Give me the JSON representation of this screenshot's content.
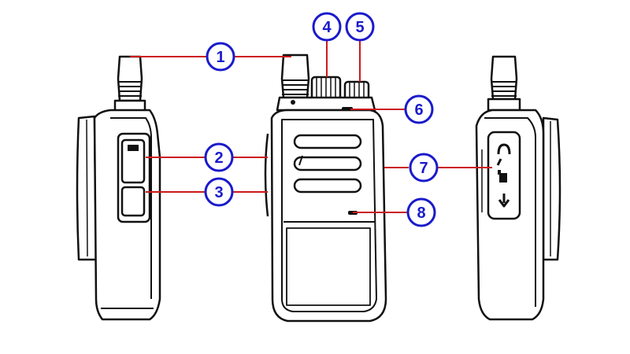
{
  "callouts": [
    {
      "id": "1",
      "label": "1"
    },
    {
      "id": "2",
      "label": "2"
    },
    {
      "id": "3",
      "label": "3"
    },
    {
      "id": "4",
      "label": "4"
    },
    {
      "id": "5",
      "label": "5"
    },
    {
      "id": "6",
      "label": "6"
    },
    {
      "id": "7",
      "label": "7"
    },
    {
      "id": "8",
      "label": "8"
    }
  ],
  "colors": {
    "callout_ring": "#1a1acc",
    "callout_text": "#1a1acc",
    "leader_line": "#cc1a1a",
    "outline": "#111111",
    "background": "#ffffff"
  }
}
